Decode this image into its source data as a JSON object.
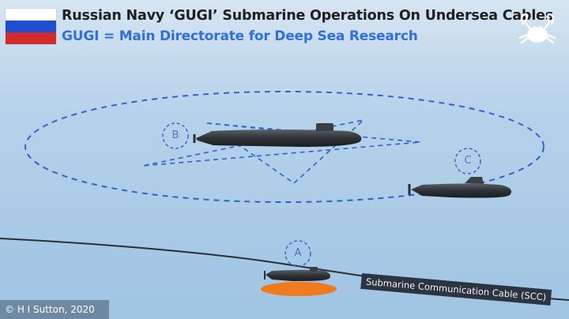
{
  "header": {
    "title": "Russian Navy ‘GUGI’ Submarine Operations On Undersea Cables",
    "subtitle": "GUGI = Main Directorate for Deep Sea Research"
  },
  "flag": {
    "name": "russian-flag",
    "colors": [
      "#ffffff",
      "#1f4fd1",
      "#d22b2b"
    ]
  },
  "logo": {
    "icon": "crab-icon"
  },
  "markers": [
    {
      "id": "A",
      "label": "A"
    },
    {
      "id": "B",
      "label": "B"
    },
    {
      "id": "C",
      "label": "C"
    }
  ],
  "cable": {
    "label": "Submarine Communication Cable (SCC)"
  },
  "credit": {
    "text": "© H I Sutton, 2020"
  },
  "colors": {
    "sky_top": "#cfe0ee",
    "sea": "#a9cbe6",
    "dashes": "#2f63c9",
    "hull": "#2f3336",
    "contact_zone": "#f07a1e"
  }
}
